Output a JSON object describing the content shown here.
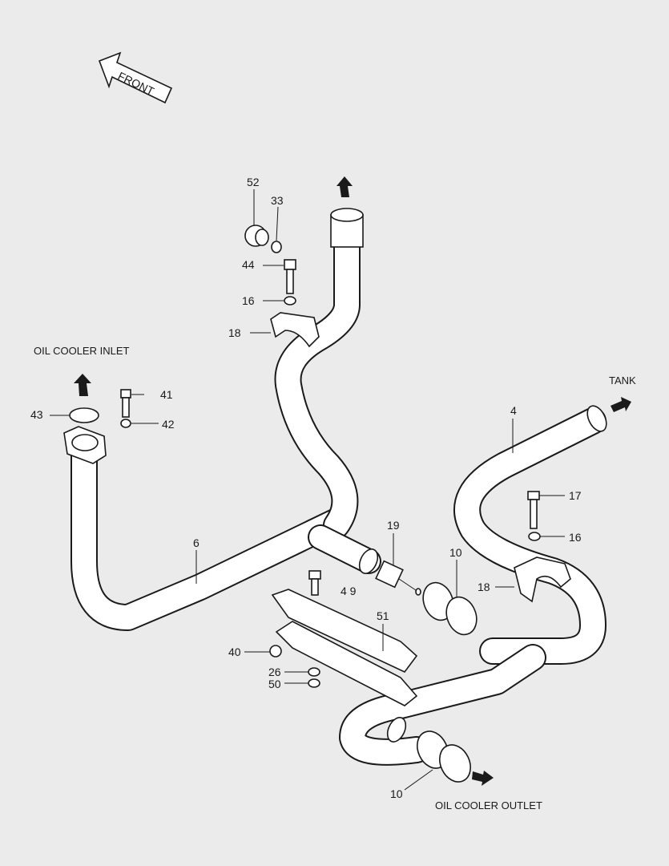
{
  "front_label": "FRONT",
  "captions": {
    "oil_cooler_inlet": "OIL COOLER INLET",
    "tank": "TANK",
    "oil_cooler_outlet": "OIL COOLER OUTLET"
  },
  "part_numbers": {
    "p52": "52",
    "p33": "33",
    "p44": "44",
    "p16_upper": "16",
    "p18_upper": "18",
    "p41": "41",
    "p42": "42",
    "p43": "43",
    "p6": "6",
    "p19": "19",
    "p49": "4 9",
    "p51": "51",
    "p40": "40",
    "p26": "26",
    "p50": "50",
    "p10_upper": "10",
    "p10_lower": "10",
    "p4": "4",
    "p17": "17",
    "p16_right": "16",
    "p18_right": "18"
  }
}
